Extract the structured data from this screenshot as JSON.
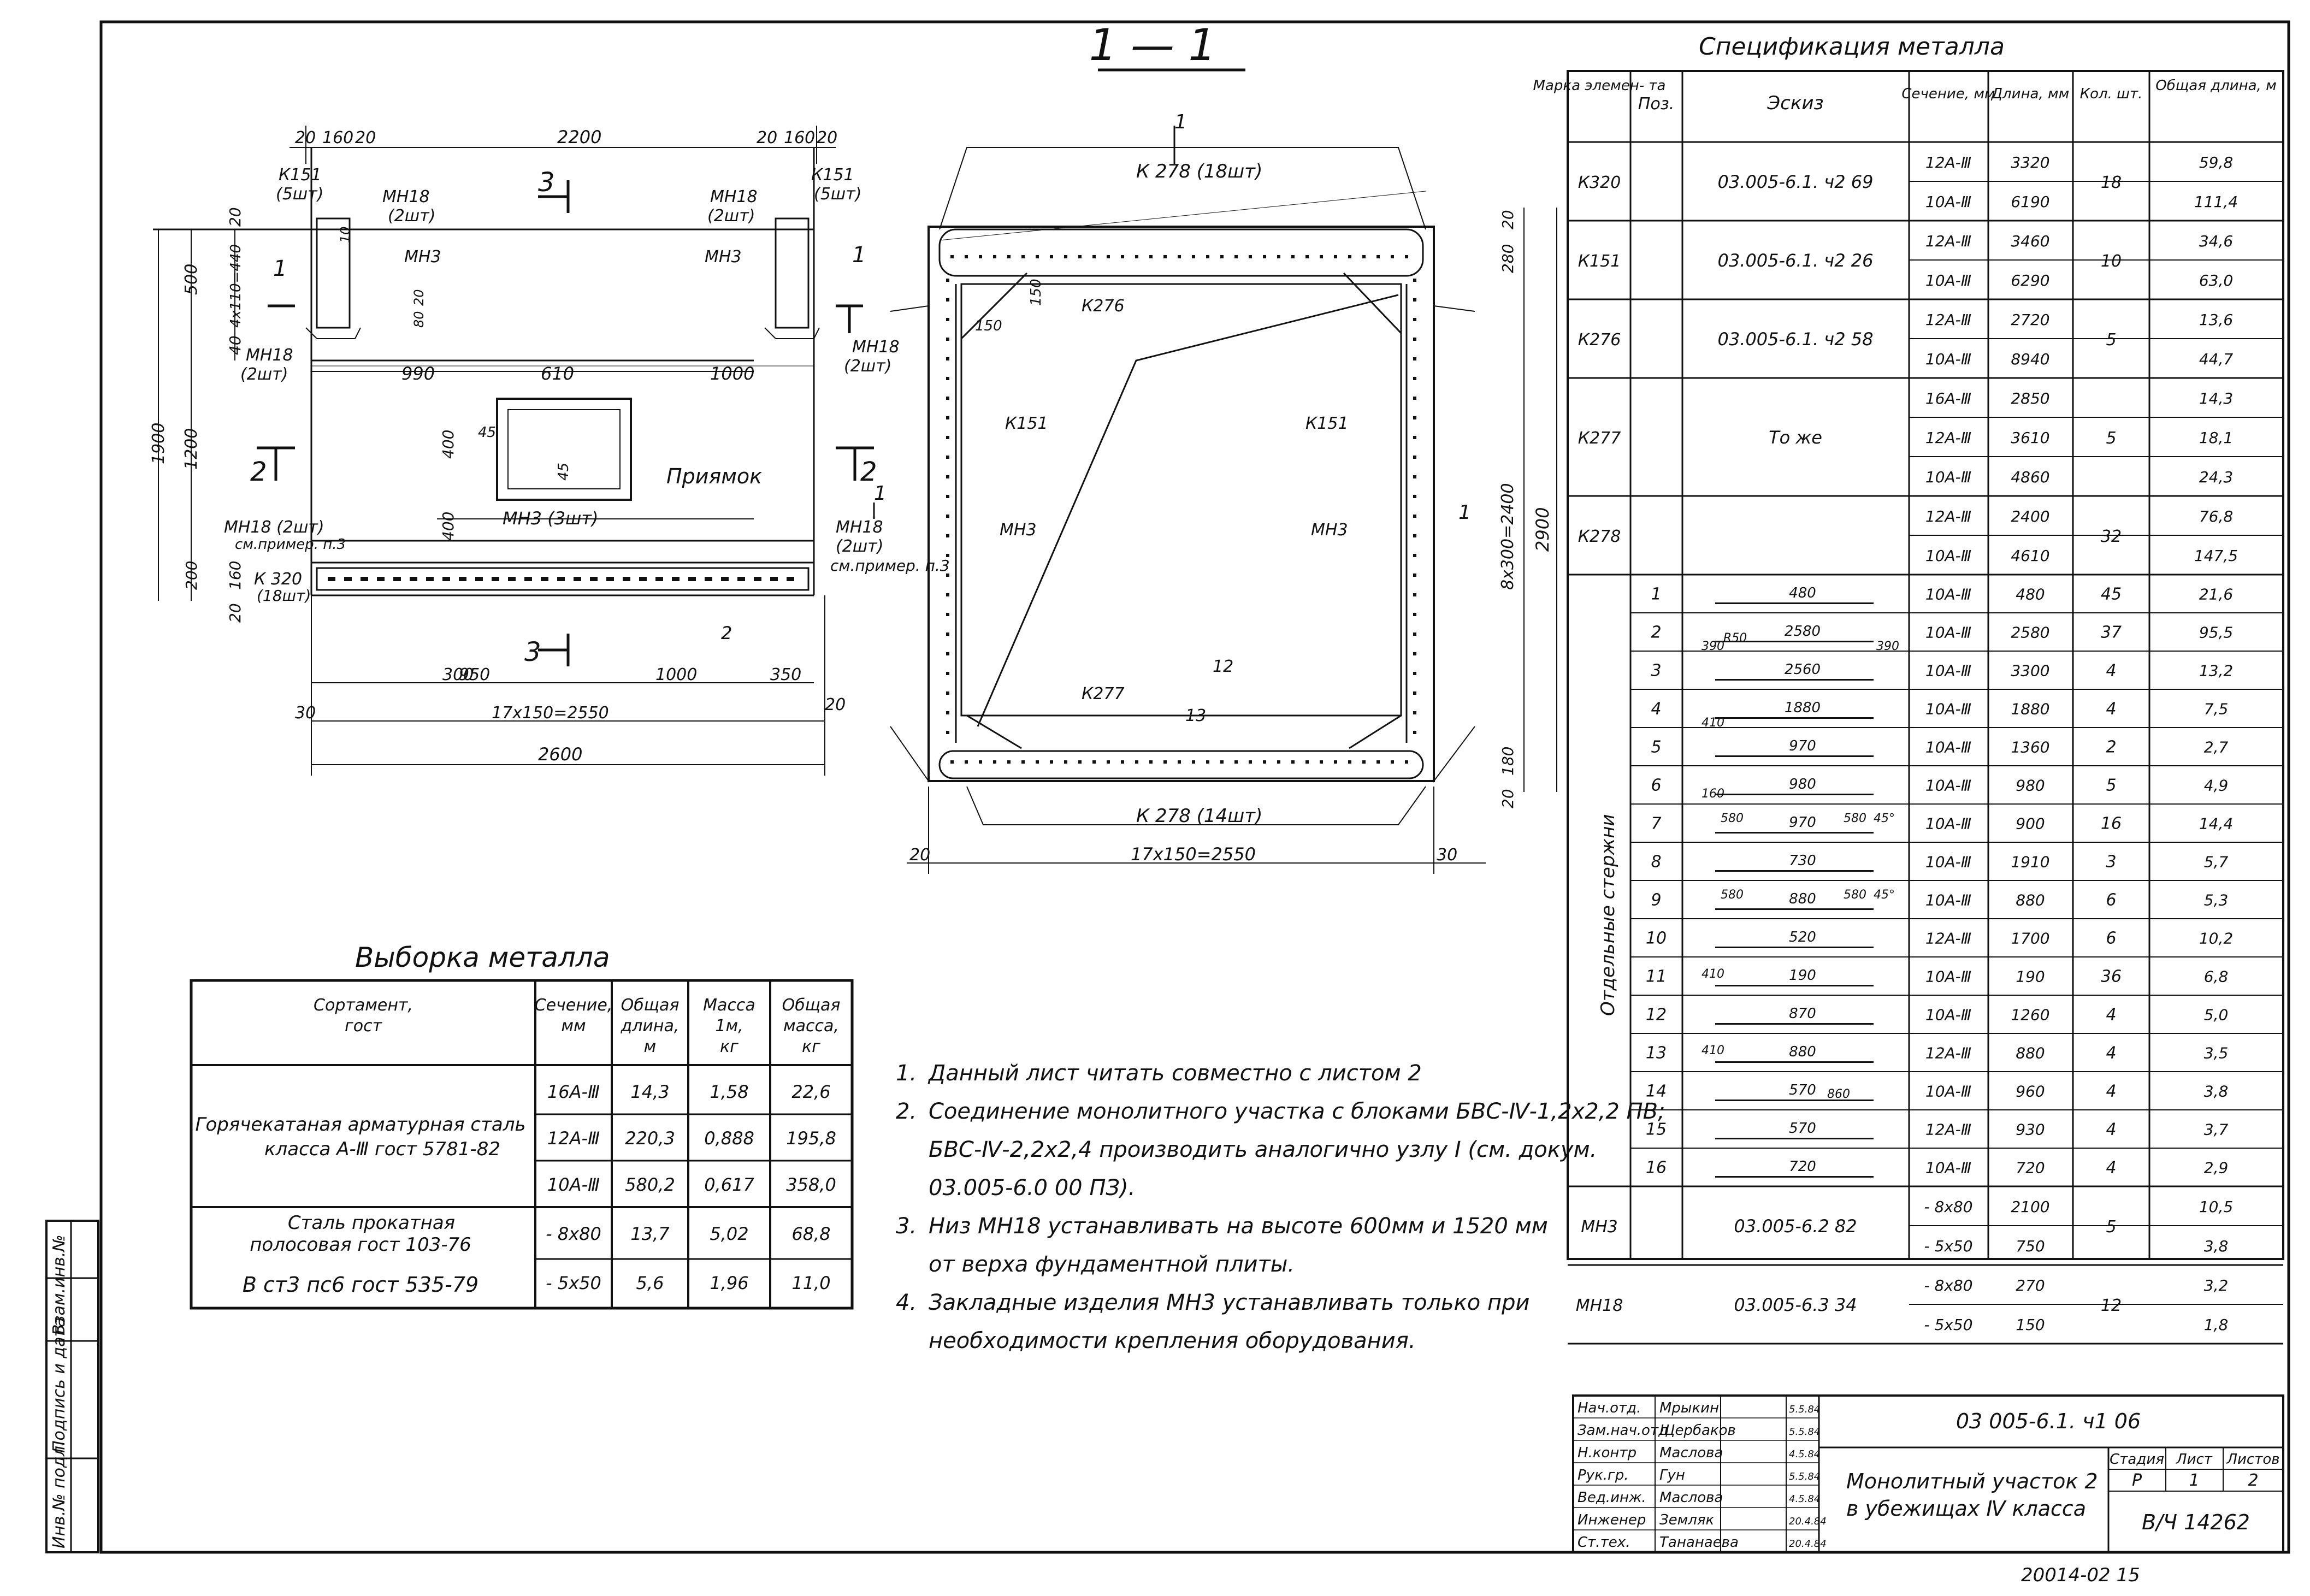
{
  "section_title": "1 — 1",
  "plan": {
    "dims_top": [
      "20",
      "160",
      "20",
      "2200",
      "20",
      "160",
      "20"
    ],
    "dims_left": [
      "20",
      "500",
      "4х110=440",
      "40",
      "1900",
      "1200",
      "200",
      "160",
      "20"
    ],
    "dims_mid": [
      "990",
      "610",
      "1000"
    ],
    "dims_pit": [
      "45",
      "400",
      "45",
      "400"
    ],
    "dims_bottom_1": [
      "300",
      "950",
      "1000",
      "350"
    ],
    "dims_bottom_2": [
      "30",
      "17х150=2550",
      "20"
    ],
    "dims_bottom_3": "2600",
    "section_mark_3": "3",
    "section_mark_2": "2",
    "section_mark_1": "1",
    "pit_label": "Приямок",
    "k151_left": "К151",
    "k151_left_qty": "(5шт)",
    "k151_right": "К151",
    "k151_right_qty": "(5шт)",
    "mn18_top_left": "МН18",
    "mn18_top_left_qty": "(2шт)",
    "mn18_top_right": "МН18",
    "mn18_top_right_qty": "(2шт)",
    "mn3_left": "МН3",
    "mn3_right": "МН3",
    "mn18_mid_left": "МН18",
    "mn18_mid_left_qty": "(2шт)",
    "mn18_mid_right": "МН18",
    "mn18_mid_right_qty": "(2шт)",
    "mn18_bot_left": "МН18 (2шт)",
    "mn18_bot_left_note": "см.пример. п.3",
    "mn3_bot": "МН3 (3шт)",
    "mn18_bot_right": "МН18",
    "mn18_bot_right_qty": "(2шт)",
    "mn18_bot_right_note": "см.пример. п.3",
    "k320": "К 320",
    "k320_qty": "(18шт)",
    "dim_10": "10",
    "dim_20b": "20",
    "dim_80": "80"
  },
  "section": {
    "k278_top": "К 278  (18шт)",
    "k278_bottom": "К 278  (14шт)",
    "k276": "К276",
    "k151_left": "К151",
    "k151_right": "К151",
    "mn3_left": "МН3",
    "mn3_right": "МН3",
    "k277": "К277",
    "pos_12": "12",
    "pos_13": "13",
    "mark_1": "1",
    "mark_1b": "1",
    "mark_1c": "1",
    "dim_150a": "150",
    "dim_150b": "150",
    "dim_280": "280",
    "dim_8x300": "8х300=2400",
    "dim_2900": "2900",
    "dim_180": "180",
    "dim_20a": "20",
    "dim_20b": "20",
    "dim_20c": "20",
    "dim_30": "30",
    "dim_bottom": "17х150=2550"
  },
  "spec": {
    "title": "Спецификация      металла",
    "headers": [
      "Марка элемен- та",
      "Поз.",
      "Эскиз",
      "Сечение, мм",
      "Длина, мм",
      "Кол. шт.",
      "Общая длина, м"
    ],
    "groups": [
      {
        "mark": "К320",
        "sketch": "03.005-6.1. ч2  69",
        "qty": "18",
        "rows": [
          [
            "12А-Ⅲ",
            "3320",
            "59,8"
          ],
          [
            "10А-Ⅲ",
            "6190",
            "111,4"
          ]
        ]
      },
      {
        "mark": "К151",
        "sketch": "03.005-6.1. ч2  26",
        "qty": "10",
        "rows": [
          [
            "12А-Ⅲ",
            "3460",
            "34,6"
          ],
          [
            "10А-Ⅲ",
            "6290",
            "63,0"
          ]
        ]
      },
      {
        "mark": "К276",
        "sketch": "03.005-6.1. ч2  58",
        "qty": "5",
        "rows": [
          [
            "12А-Ⅲ",
            "2720",
            "13,6"
          ],
          [
            "10А-Ⅲ",
            "8940",
            "44,7"
          ]
        ]
      },
      {
        "mark": "К277",
        "sketch": "То же",
        "qty": "5",
        "rows": [
          [
            "16А-Ⅲ",
            "2850",
            "14,3"
          ],
          [
            "12А-Ⅲ",
            "3610",
            "18,1"
          ],
          [
            "10А-Ⅲ",
            "4860",
            "24,3"
          ]
        ]
      },
      {
        "mark": "К278",
        "sketch": "",
        "qty": "32",
        "rows": [
          [
            "12А-Ⅲ",
            "2400",
            "76,8"
          ],
          [
            "10А-Ⅲ",
            "4610",
            "147,5"
          ]
        ]
      }
    ],
    "rods_label": "Отдельные      стержни",
    "rods": [
      {
        "pos": "1",
        "sk": "480",
        "sec": "10А-Ⅲ",
        "len": "480",
        "qty": "45",
        "total": "21,6"
      },
      {
        "pos": "2",
        "sk": "2580",
        "sec": "10А-Ⅲ",
        "len": "2580",
        "qty": "37",
        "total": "95,5"
      },
      {
        "pos": "3",
        "sk": "2560",
        "sec": "10А-Ⅲ",
        "len": "3300",
        "qty": "4",
        "total": "13,2"
      },
      {
        "pos": "4",
        "sk": "1880",
        "sec": "10А-Ⅲ",
        "len": "1880",
        "qty": "4",
        "total": "7,5"
      },
      {
        "pos": "5",
        "sk": "970",
        "sec": "10А-Ⅲ",
        "len": "1360",
        "qty": "2",
        "total": "2,7"
      },
      {
        "pos": "6",
        "sk": "980",
        "sec": "10А-Ⅲ",
        "len": "980",
        "qty": "5",
        "total": "4,9"
      },
      {
        "pos": "7",
        "sk": "970",
        "sec": "10А-Ⅲ",
        "len": "900",
        "qty": "16",
        "total": "14,4"
      },
      {
        "pos": "8",
        "sk": "730",
        "sec": "10А-Ⅲ",
        "len": "1910",
        "qty": "3",
        "total": "5,7"
      },
      {
        "pos": "9",
        "sk": "880",
        "sec": "10А-Ⅲ",
        "len": "880",
        "qty": "6",
        "total": "5,3"
      },
      {
        "pos": "10",
        "sk": "520",
        "sec": "12А-Ⅲ",
        "len": "1700",
        "qty": "6",
        "total": "10,2"
      },
      {
        "pos": "11",
        "sk": "190",
        "sec": "10А-Ⅲ",
        "len": "190",
        "qty": "36",
        "total": "6,8"
      },
      {
        "pos": "12",
        "sk": "870",
        "sec": "10А-Ⅲ",
        "len": "1260",
        "qty": "4",
        "total": "5,0"
      },
      {
        "pos": "13",
        "sk": "880",
        "sec": "12А-Ⅲ",
        "len": "880",
        "qty": "4",
        "total": "3,5"
      },
      {
        "pos": "14",
        "sk": "570",
        "sec": "10А-Ⅲ",
        "len": "960",
        "qty": "4",
        "total": "3,8"
      },
      {
        "pos": "15",
        "sk": "570",
        "sec": "12А-Ⅲ",
        "len": "930",
        "qty": "4",
        "total": "3,7"
      },
      {
        "pos": "16",
        "sk": "720",
        "sec": "10А-Ⅲ",
        "len": "720",
        "qty": "4",
        "total": "2,9"
      }
    ],
    "sketch_extra": {
      "r50": "R50",
      "d390a": "390",
      "d390b": "390",
      "d410a": "410",
      "d410b": "410",
      "d410c": "410",
      "d160": "160",
      "d580a": "580",
      "d580b": "580",
      "d580c": "580",
      "d580d": "580",
      "d45a": "45°",
      "d45b": "45°",
      "d860": "860"
    },
    "embedded": [
      {
        "mark": "МН3",
        "sketch": "03.005-6.2  82",
        "qty": "5",
        "rows": [
          [
            "- 8х80",
            "2100",
            "10,5"
          ],
          [
            "- 5х50",
            "750",
            "3,8"
          ]
        ]
      },
      {
        "mark": "МН18",
        "sketch": "03.005-6.3  34",
        "qty": "12",
        "rows": [
          [
            "- 8х80",
            "270",
            "3,2"
          ],
          [
            "- 5х50",
            "150",
            "1,8"
          ]
        ]
      }
    ]
  },
  "selection": {
    "title": "Выборка     металла",
    "headers": [
      "Сортамент, гост",
      "Сечение, мм",
      "Общая длина, м",
      "Масса 1м, кг",
      "Общая масса, кг"
    ],
    "group1_label_1": "Горячекатаная арматурная сталь",
    "group1_label_2": "класса А-Ⅲ  гост 5781-82",
    "group1_rows": [
      [
        "16А-Ⅲ",
        "14,3",
        "1,58",
        "22,6"
      ],
      [
        "12А-Ⅲ",
        "220,3",
        "0,888",
        "195,8"
      ],
      [
        "10А-Ⅲ",
        "580,2",
        "0,617",
        "358,0"
      ]
    ],
    "group2_label_1": "Сталь     прокатная",
    "group2_label_2": "полосовая         гост 103-76",
    "group2_label_3": "В ст3       пс6   гост 535-79",
    "group2_rows": [
      [
        "- 8х80",
        "13,7",
        "5,02",
        "68,8"
      ],
      [
        "- 5х50",
        "5,6",
        "1,96",
        "11,0"
      ]
    ]
  },
  "notes": [
    {
      "num": "1.",
      "lines": [
        "Данный   лист   читать      совместно   с  листом 2"
      ]
    },
    {
      "num": "2.",
      "lines": [
        "Соединение   монолитного    участка с блоками  БВС-Ⅳ-1,2х2,2 ПВ;",
        "БВС-Ⅳ-2,2х2,4  производить   аналогично   узлу Ⅰ (см. докум.",
        "03.005-6.0  00 ПЗ)."
      ]
    },
    {
      "num": "3.",
      "lines": [
        "Низ  МН18   устанавливать    на   высоте    600мм    и  1520 мм",
        "от  верха    фундаментной      плиты."
      ]
    },
    {
      "num": "4.",
      "lines": [
        "Закладные   изделия   МН3  устанавливать   только    при",
        "необходимости   крепления    оборудования."
      ]
    }
  ],
  "title_block": {
    "doc_code": "03 005-6.1. ч1  06",
    "name_1": "Монолитный   участок 2",
    "name_2": "в  убежищах  Ⅳ  класса",
    "stage_header": "Стадия",
    "sheet_header": "Лист",
    "sheets_header": "Листов",
    "stage": "Р",
    "sheet": "1",
    "sheets": "2",
    "org": "В/Ч 14262",
    "signers": [
      {
        "role": "Нач.отд.",
        "name": "Мрыкин",
        "date": "5.5.84"
      },
      {
        "role": "Зам.нач.отд",
        "name": "Щербаков",
        "date": "5.5.84"
      },
      {
        "role": "Н.контр",
        "name": "Маслова",
        "date": "4.5.84"
      },
      {
        "role": "Рук.гр.",
        "name": "Гун",
        "date": "5.5.84"
      },
      {
        "role": "Вед.инж.",
        "name": "Маслова",
        "date": "4.5.84"
      },
      {
        "role": "Инженер",
        "name": "Земляк",
        "date": "20.4.84"
      },
      {
        "role": "Ст.тех.",
        "name": "Тананаева",
        "date": "20.4.84"
      }
    ]
  },
  "side_stamp": [
    "Инв.№ подл.",
    "Подпись и дата",
    "Взам.инв.№"
  ],
  "footer_number": "20014-02   15"
}
